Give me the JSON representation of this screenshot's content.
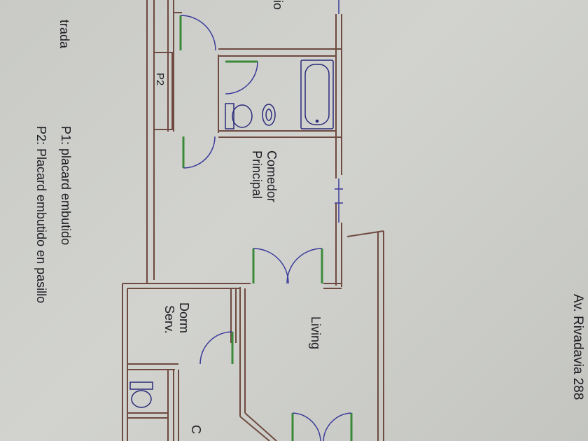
{
  "plan": {
    "street": "Av. Rivadavia 288",
    "label_entrada": "trada",
    "label_top_room": "io",
    "label_p2": "P2",
    "label_comedor_1": "Comedor",
    "label_comedor_2": "Principal",
    "label_living": "Living",
    "label_dorm_1": "Dorm",
    "label_dorm_2": "Serv.",
    "label_c": "C",
    "legend": {
      "p1": "P1: placard embutido",
      "p2": "P2: Placard embutido en pasillo"
    },
    "colors": {
      "wall_outer": "#6e4a40",
      "wall_fill": "#cfcfc9",
      "door": "#3b8a3a",
      "arc": "#3a3a9a",
      "fixture": "#2a2a7a",
      "text": "#1c1c22"
    }
  }
}
